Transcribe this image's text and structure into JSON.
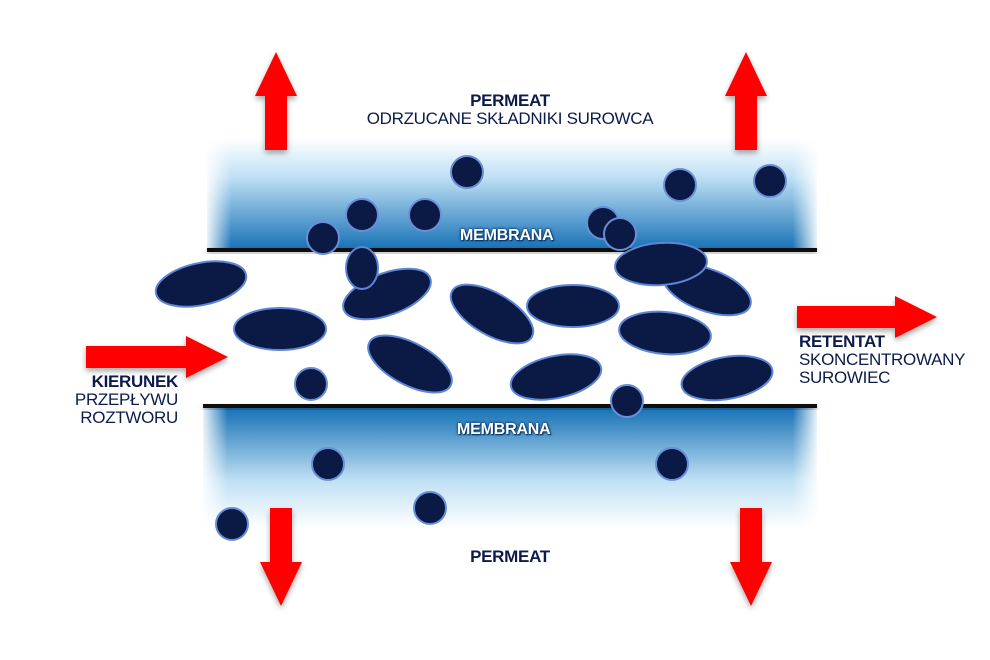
{
  "labels": {
    "permeat_top": "PERMEAT",
    "permeat_top_sub": "ODRZUCANE SKŁADNIKI SUROWCA",
    "membrana_top": "MEMBRANA",
    "membrana_bottom": "MEMBRANA",
    "permeat_bottom": "PERMEAT",
    "kierunek": "KIERUNEK",
    "kierunek_sub1": "PRZEPŁYWU",
    "kierunek_sub2": "ROZTWORU",
    "retentat": "RETENTAT",
    "retentat_sub1": "SKONCENTROWANY",
    "retentat_sub2": "SUROWIEC"
  },
  "colors": {
    "arrow": "#ff0000",
    "particle": "#0a1a44",
    "particle_outline": "#6a8fd8",
    "membrane_blue": "#1a7ac0",
    "text": "#0d1b4c"
  },
  "icons": [
    "up-arrow-icon",
    "down-arrow-icon",
    "right-arrow-icon"
  ]
}
